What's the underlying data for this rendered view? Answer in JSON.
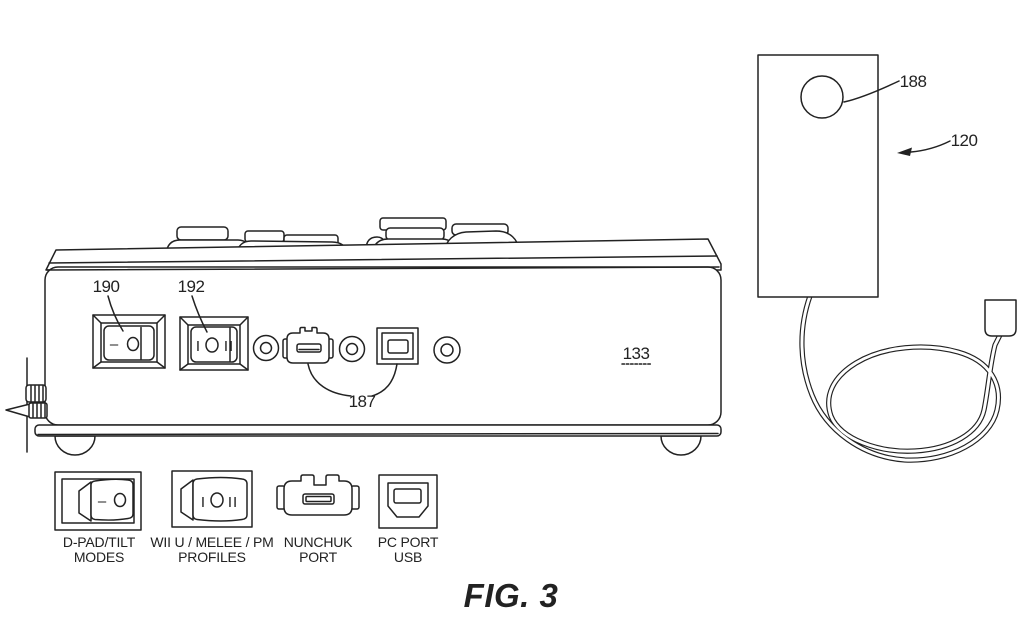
{
  "figure": {
    "caption": "FIG. 3"
  },
  "refs": {
    "dpad_switch": "190",
    "profile_switch": "192",
    "port_group": "187",
    "adapter": "133",
    "sync_button": "188",
    "dongle": "120"
  },
  "symbols": {
    "dash": "–",
    "one": "I",
    "two": "II"
  },
  "legend": [
    {
      "icon": "rocker-switch-2pos",
      "line1": "D-PAD/TILT",
      "line2": "MODES"
    },
    {
      "icon": "rocker-switch-3pos",
      "line1": "WII U / MELEE / PM",
      "line2": "PROFILES"
    },
    {
      "icon": "nunchuk-port",
      "line1": "NUNCHUK",
      "line2": "PORT"
    },
    {
      "icon": "usb-b-port",
      "line1": "PC PORT",
      "line2": "USB"
    }
  ],
  "colors": {
    "ink": "#222222",
    "paper": "#ffffff"
  }
}
